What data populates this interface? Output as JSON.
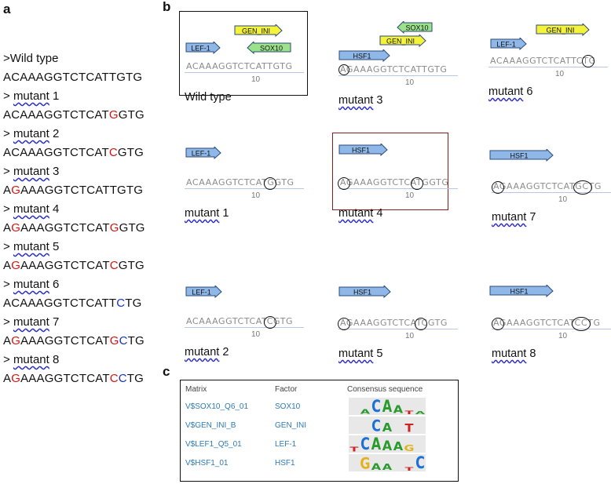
{
  "panels": {
    "a": "a",
    "b": "b",
    "c": "c"
  },
  "sequences": [
    {
      "header": ">Wild type",
      "header_underlined": "",
      "parts": [
        {
          "t": "ACAAAGGTCTCATTGTG",
          "c": ""
        }
      ]
    },
    {
      "header": "> ",
      "header_underlined": "mutant",
      "header_suffix": " 1",
      "parts": [
        {
          "t": "ACAAAGGTCTCAT",
          "c": ""
        },
        {
          "t": "G",
          "c": "red"
        },
        {
          "t": "GTG",
          "c": ""
        }
      ]
    },
    {
      "header": "> ",
      "header_underlined": "mutant",
      "header_suffix": " 2",
      "parts": [
        {
          "t": "ACAAAGGTCTCAT",
          "c": ""
        },
        {
          "t": "C",
          "c": "red"
        },
        {
          "t": "GTG",
          "c": ""
        }
      ]
    },
    {
      "header": "> ",
      "header_underlined": "mutant",
      "header_suffix": " 3",
      "parts": [
        {
          "t": "A",
          "c": ""
        },
        {
          "t": "G",
          "c": "red"
        },
        {
          "t": "AAAGGTCTCATTGTG",
          "c": ""
        }
      ]
    },
    {
      "header": "> ",
      "header_underlined": "mutant",
      "header_suffix": " 4",
      "parts": [
        {
          "t": "A",
          "c": ""
        },
        {
          "t": "G",
          "c": "red"
        },
        {
          "t": "AAAGGTCTCAT",
          "c": ""
        },
        {
          "t": "G",
          "c": "red"
        },
        {
          "t": "GTG",
          "c": ""
        }
      ]
    },
    {
      "header": "> ",
      "header_underlined": "mutant",
      "header_suffix": " 5",
      "parts": [
        {
          "t": "A",
          "c": ""
        },
        {
          "t": "G",
          "c": "red"
        },
        {
          "t": "AAAGGTCTCAT",
          "c": ""
        },
        {
          "t": "C",
          "c": "red"
        },
        {
          "t": "GTG",
          "c": ""
        }
      ]
    },
    {
      "header": "> ",
      "header_underlined": "mutant",
      "header_suffix": " 6",
      "parts": [
        {
          "t": "ACAAAGGTCTCATT",
          "c": ""
        },
        {
          "t": "C",
          "c": "blue"
        },
        {
          "t": "TG",
          "c": ""
        }
      ]
    },
    {
      "header": "> ",
      "header_underlined": "mutant",
      "header_suffix": " 7",
      "parts": [
        {
          "t": "A",
          "c": ""
        },
        {
          "t": "G",
          "c": "red"
        },
        {
          "t": "AAAGGTCTCAT",
          "c": ""
        },
        {
          "t": "G",
          "c": "red"
        },
        {
          "t": "C",
          "c": "blue"
        },
        {
          "t": "TG",
          "c": ""
        }
      ]
    },
    {
      "header": "> ",
      "header_underlined": "mutant",
      "header_suffix": " 8",
      "parts": [
        {
          "t": "A",
          "c": ""
        },
        {
          "t": "G",
          "c": "red"
        },
        {
          "t": "AAAGGTCTCAT",
          "c": ""
        },
        {
          "t": "C",
          "c": "red"
        },
        {
          "t": "C",
          "c": "blue"
        },
        {
          "t": "TG",
          "c": ""
        }
      ]
    }
  ],
  "sites": {
    "wild_type": {
      "label": "Wild type",
      "seq": "ACAAAGGTCTCATTGTG",
      "tick": "10",
      "arrows": [
        "LEF-1",
        "GEN_INI",
        "SOX10"
      ]
    },
    "mutant_3": {
      "label": "mutant",
      "num": " 3",
      "seq": "AGAAAGGTCTCATTGTG",
      "tick": "10",
      "arrows": [
        "HSF1",
        "GEN_INI",
        "SOX10"
      ]
    },
    "mutant_6": {
      "label": "mutant",
      "num": " 6",
      "seq": "ACAAAGGTCTCATTCTG",
      "tick": "10",
      "arrows": [
        "LEF-1",
        "GEN_INI"
      ]
    },
    "mutant_1": {
      "label": "mutant",
      "num": " 1",
      "seq": "ACAAAGGTCTCATGGTG",
      "tick": "10",
      "arrows": [
        "LEF-1"
      ]
    },
    "mutant_4": {
      "label": "mutant",
      "num": " 4",
      "seq": "AGAAAGGTCTCATGGTG",
      "tick": "10",
      "arrows": [
        "HSF1"
      ]
    },
    "mutant_7": {
      "label": "mutant",
      "num": " 7",
      "seq": "AGAAAGGTCTCATGCTG",
      "tick": "10",
      "arrows": [
        "HSF1"
      ]
    },
    "mutant_2": {
      "label": "mutant",
      "num": " 2",
      "seq": "ACAAAGGTCTCATCGTG",
      "tick": "10",
      "arrows": [
        "LEF-1"
      ]
    },
    "mutant_5": {
      "label": "mutant",
      "num": " 5",
      "seq": "AGAAAGGTCTCATCGTG",
      "tick": "10",
      "arrows": [
        "HSF1"
      ]
    },
    "mutant_8": {
      "label": "mutant",
      "num": " 8",
      "seq": "AGAAAGGTCTCATCCTG",
      "tick": "10",
      "arrows": [
        "HSF1"
      ]
    }
  },
  "colors": {
    "lef_arrow": "#8fb8e8",
    "hsf_arrow": "#8fb8e8",
    "gen_arrow": "#f5f23a",
    "sox_arrow": "#9be28a",
    "circle": "#111111",
    "wt_box": "#111111",
    "m4_box": "#8b1a1a"
  },
  "table": {
    "headers": {
      "matrix": "Matrix",
      "factor": "Factor",
      "consensus": "Consensus sequence"
    },
    "rows": [
      {
        "matrix": "V$SOX10_Q6_01",
        "factor": "SOX10",
        "logo": [
          "",
          "A",
          "C",
          "A",
          "A",
          "T",
          "A"
        ]
      },
      {
        "matrix": "V$GEN_INI_B",
        "factor": "GEN_INI",
        "logo": [
          "",
          "",
          "C",
          "A",
          "",
          "T",
          ""
        ]
      },
      {
        "matrix": "V$LEF1_Q5_01",
        "factor": "LEF-1",
        "logo": [
          "T",
          "C",
          "A",
          "A",
          "A",
          "G",
          ""
        ]
      },
      {
        "matrix": "V$HSF1_01",
        "factor": "HSF1",
        "logo": [
          "",
          "G",
          "A",
          "A",
          "",
          "T",
          "C"
        ]
      }
    ]
  }
}
